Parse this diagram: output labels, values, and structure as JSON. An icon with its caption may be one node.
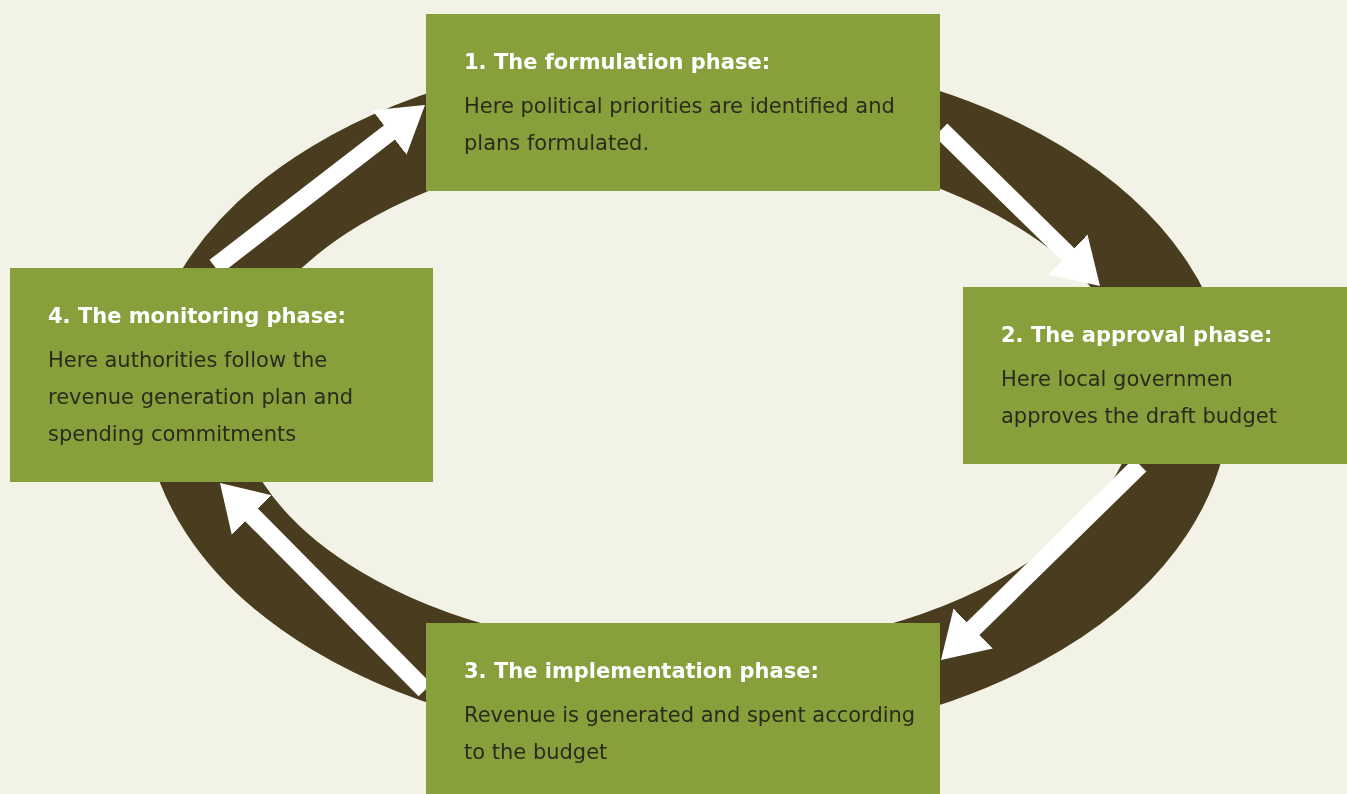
{
  "diagram": {
    "nodes": [
      {
        "text": [
          "1. The formulation phase:",
          "Here political priorities are identified and plans formulated."
        ]
      },
      {
        "text": [
          "2. The approval phase:",
          "Here local governmen approves the draft budget"
        ]
      },
      {
        "text": [
          "3. The implementation phase:",
          "Revenue is generated and spent according to the budget"
        ]
      },
      {
        "text": [
          "4. The monitoring phase:",
          "Here authorities follow the revenue generation plan and spending commitments"
        ]
      }
    ],
    "edges": [
      {
        "from": 0,
        "to": 1,
        "arrow": "to"
      },
      {
        "from": 1,
        "to": 2,
        "arrow": "to"
      },
      {
        "from": 2,
        "to": 3,
        "arrow": "to"
      },
      {
        "from": 3,
        "to": 0,
        "arrow": "to"
      }
    ]
  }
}
